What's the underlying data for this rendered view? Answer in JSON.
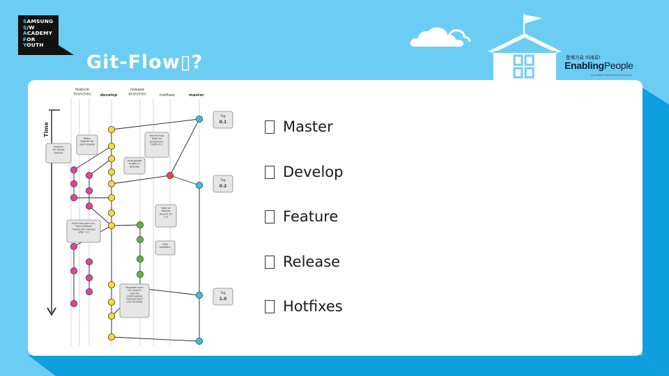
{
  "slide": {
    "title": "Git-Flow▯?",
    "colors": {
      "background": "#6ccdf4",
      "accent_dark": "#0f9fde",
      "card": "#ffffff",
      "logo_bg": "#111111"
    }
  },
  "logo": {
    "lines": [
      {
        "first": "S",
        "rest": "AMSUNG"
      },
      {
        "first": "S",
        "rest": "/W"
      },
      {
        "first": "A",
        "rest": "CADEMY"
      },
      {
        "first": "F",
        "rest": "OR"
      },
      {
        "first": "Y",
        "rest": "OUTH"
      }
    ]
  },
  "brand": {
    "top": "함께가요 미래로!",
    "main_bold": "Enabling",
    "main_thin": "People",
    "sub": "Incredible Possibilities Unleashed"
  },
  "bullets": [
    {
      "label": "Master"
    },
    {
      "label": "Develop"
    },
    {
      "label": "Feature"
    },
    {
      "label": "Release"
    },
    {
      "label": "Hotfixes"
    }
  ],
  "diagram": {
    "columns": [
      "feature\nbranches",
      "develop",
      "release\nbranches",
      "hotfixes",
      "master"
    ],
    "time_label": "Time",
    "tags": [
      "0.1",
      "0.2",
      "1.0"
    ],
    "notes": [
      "Feature\nfor future\nrelease",
      "Major\nfeature for\nnext release",
      "Severe bug\nfixed for\nproduction:\nhotfix 0.2",
      "Incorporate\nbugfix in\ndevelop",
      "Start of\nrelease\nbranch for\n1.0",
      "From this point on,\n\"next release\"\nmeans the release\nafter 1.0",
      "Only\nbugfixes!",
      "Bugfixes from\nrel. branch\nmay be\ncontinuously\nmerged back\ninto develop"
    ]
  }
}
